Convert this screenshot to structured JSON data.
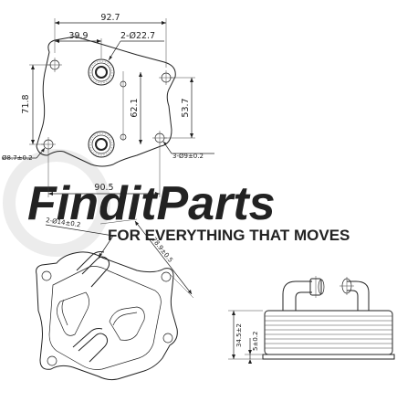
{
  "watermark": {
    "brand": "FinditParts",
    "tagline": "FOR EVERYTHING THAT MOVES",
    "color": "#e8e8e8"
  },
  "top_view": {
    "dim_width_top": "92.7",
    "dim_port_offset": "39.9",
    "dim_port_dia": "2-Ø22.7",
    "dim_height_left": "71.8",
    "dim_port_spacing": "62.1",
    "dim_height_right": "53.7",
    "dim_hole_left": "Ø8.7±0.2",
    "dim_holes_right": "3-Ø9±0.2",
    "dim_width_bottom": "90.5"
  },
  "iso_view": {
    "dim_tube_dia": "2-Ø14±0.2",
    "dim_diagonal": "78.9±0.5"
  },
  "side_view": {
    "dim_height": "34.5±2",
    "dim_base": "5±0.2"
  },
  "colors": {
    "line": "#222222",
    "watermark": "#e8e8e8",
    "background": "#ffffff"
  }
}
